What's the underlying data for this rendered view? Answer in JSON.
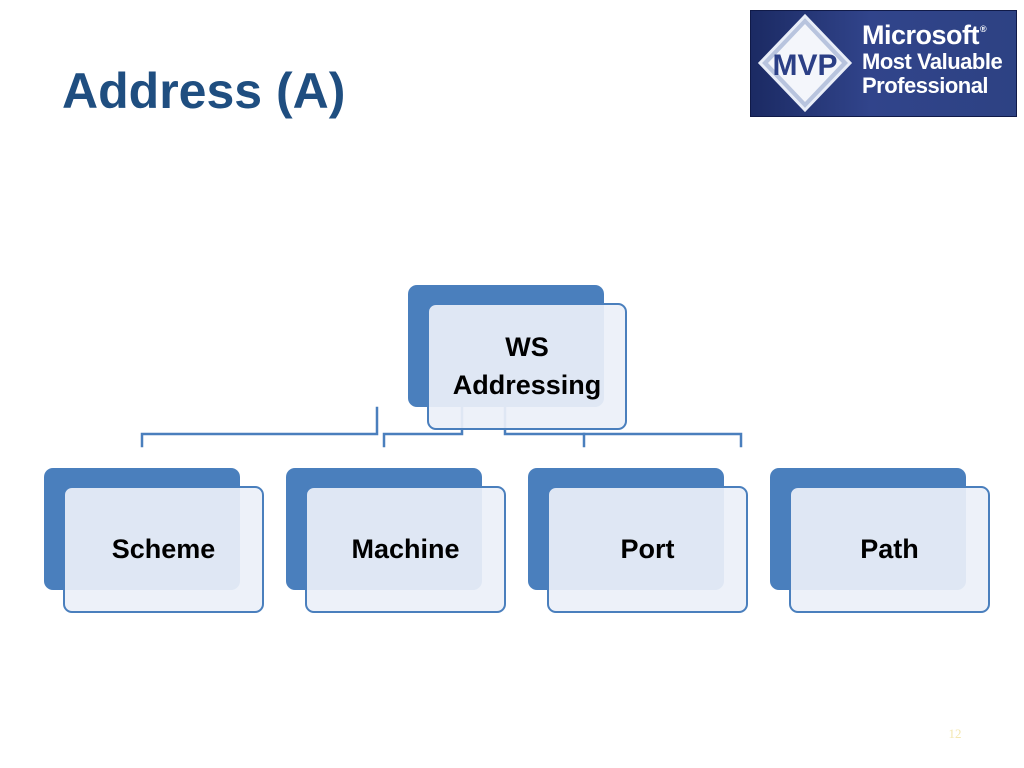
{
  "slide": {
    "title": "Address (A)",
    "page_number": "12"
  },
  "badge": {
    "logo_text": "MVP",
    "brand": "Microsoft",
    "registered_mark": "®",
    "line1": "Most Valuable",
    "line2": "Professional"
  },
  "diagram": {
    "root": {
      "line1": "WS",
      "line2": "Addressing"
    },
    "children": [
      "Scheme",
      "Machine",
      "Port",
      "Path"
    ]
  },
  "colors": {
    "title": "#1f4e80",
    "node_back": "#4a7fbd",
    "node_border": "#4a7fbd",
    "node_front": "#eceff9",
    "connector": "#4a7fbd",
    "badge_bg": "#2d4283"
  }
}
